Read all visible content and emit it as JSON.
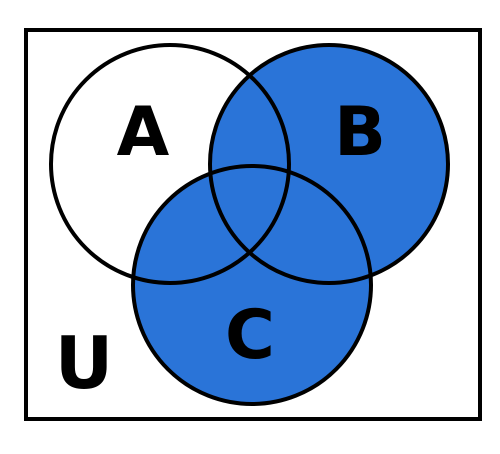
{
  "venn": {
    "universe_label": "U",
    "sets": [
      {
        "label": "A",
        "shaded": false
      },
      {
        "label": "B",
        "shaded": true
      },
      {
        "label": "C",
        "shaded": true
      }
    ],
    "shaded_region": "B ∪ C",
    "colors": {
      "fill": "#2a74d8",
      "stroke": "#000000",
      "background": "#ffffff"
    }
  }
}
